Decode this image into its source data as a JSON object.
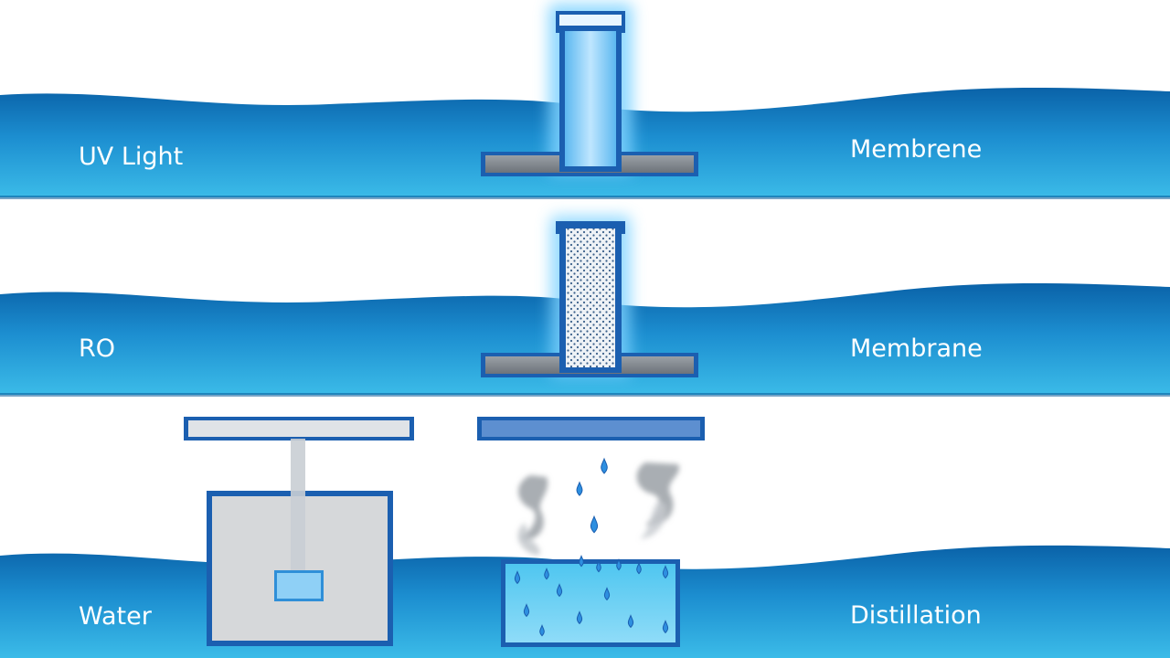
{
  "rows": [
    {
      "left_label": "UV Light",
      "right_label": "Membrene"
    },
    {
      "left_label": "RO",
      "right_label": "Membrane"
    },
    {
      "left_label": "Water",
      "right_label": "Distillation"
    }
  ],
  "colors": {
    "background": "#ffffff",
    "water_light": "#36b4e4",
    "water_dark": "#0a62a8",
    "frame_blue": "#1b5fb0",
    "plate_gray": "#8a8f96",
    "tank_gray": "#d6d8da",
    "glow": "#7fd3ff"
  },
  "icons": [
    "uv-light-filter-icon",
    "ro-membrane-filter-icon",
    "water-tank-icon",
    "distillation-icon",
    "steam-icon",
    "water-drop-icon"
  ]
}
